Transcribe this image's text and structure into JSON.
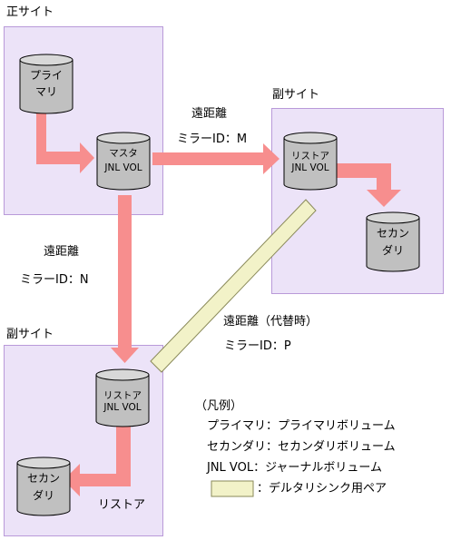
{
  "sites": {
    "primary_label": "正サイト",
    "secondary_top_label": "副サイト",
    "secondary_bottom_label": "副サイト"
  },
  "volumes": {
    "primary": [
      "プライ",
      "マリ"
    ],
    "master": [
      "マスタ",
      "JNL VOL"
    ],
    "restore_top": [
      "リストア",
      "JNL VOL"
    ],
    "secondary_top": [
      "セカン",
      "ダリ"
    ],
    "restore_bottom": [
      "リストア",
      "JNL VOL"
    ],
    "secondary_bottom": [
      "セカン",
      "ダリ"
    ]
  },
  "links": {
    "m_title": "遠距離",
    "m_id": "ミラーID：M",
    "n_title": "遠距離",
    "n_id": "ミラーID：N",
    "p_title": "遠距離（代替時）",
    "p_id": "ミラーID：P",
    "restore_label": "リストア"
  },
  "legend": {
    "title": "（凡例）",
    "primary": "プライマリ：プライマリボリューム",
    "secondary": "セカンダリ：セカンダリボリューム",
    "jnl": "JNL VOL：ジャーナルボリューム",
    "delta": "：デルタリシンク用ペア"
  },
  "colors": {
    "site_fill": "#ece3f8",
    "site_border": "#b99ad9",
    "arrow": "#f78e8e",
    "delta_fill": "#f2f2c8",
    "cylinder": "#c0c0c0"
  }
}
